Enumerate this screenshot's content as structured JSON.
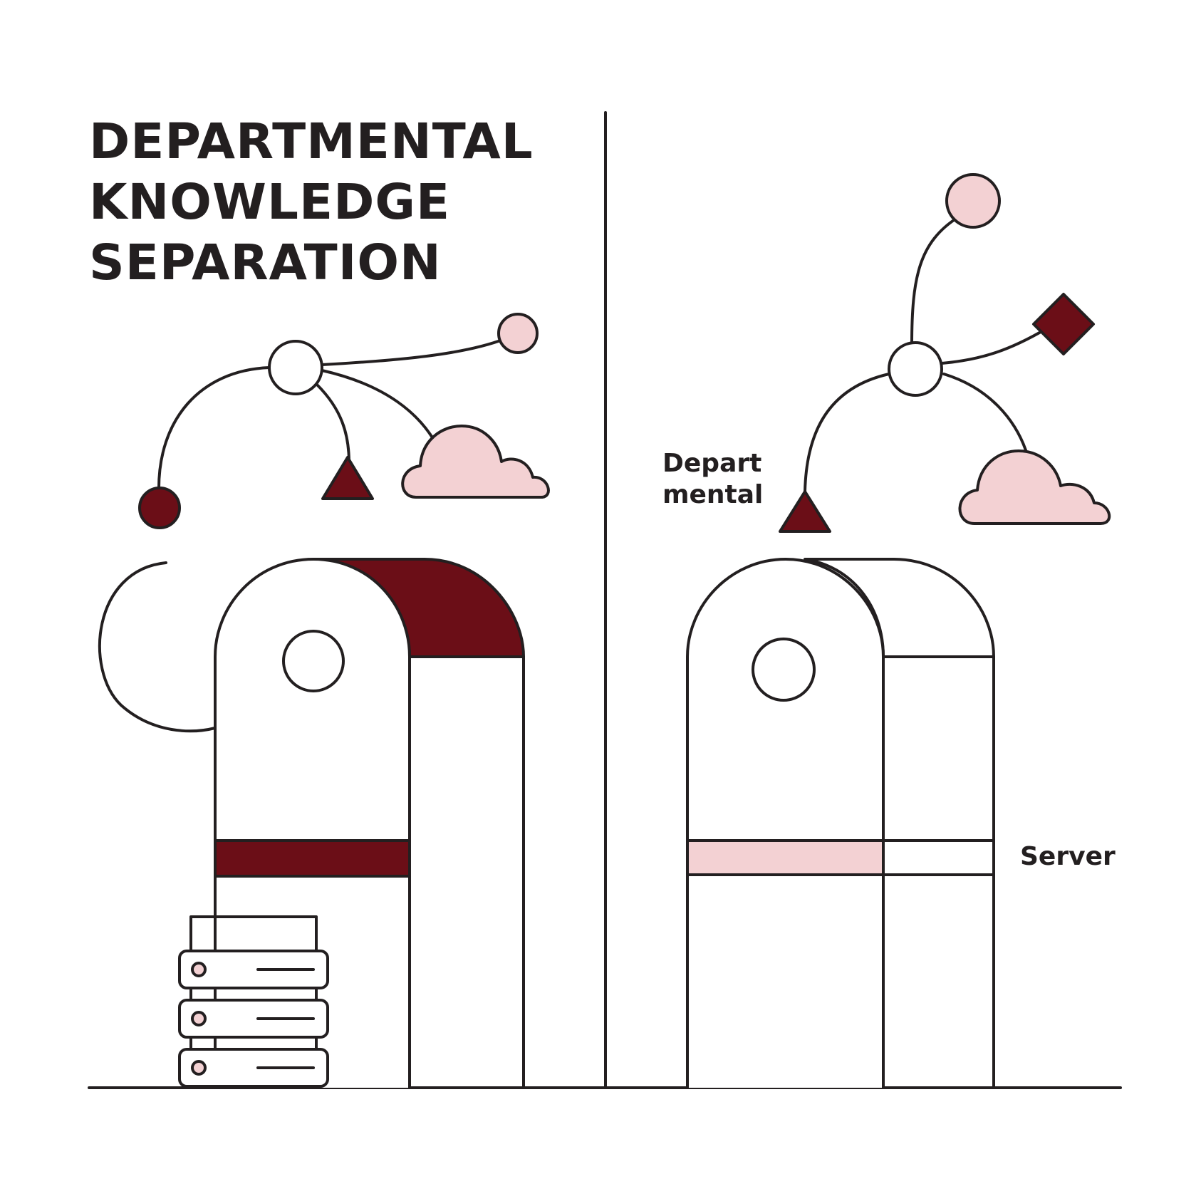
{
  "title": {
    "lines": [
      "DEPARTMENTAL",
      "KNOWLEDGE",
      "SEPARATION"
    ]
  },
  "labels": {
    "departmental": [
      "Depart",
      "mental"
    ],
    "server": "Server"
  },
  "colors": {
    "ink": "#231f20",
    "dark_red": "#6b0e17",
    "pink": "#f3d1d3",
    "background": "#ffffff"
  }
}
